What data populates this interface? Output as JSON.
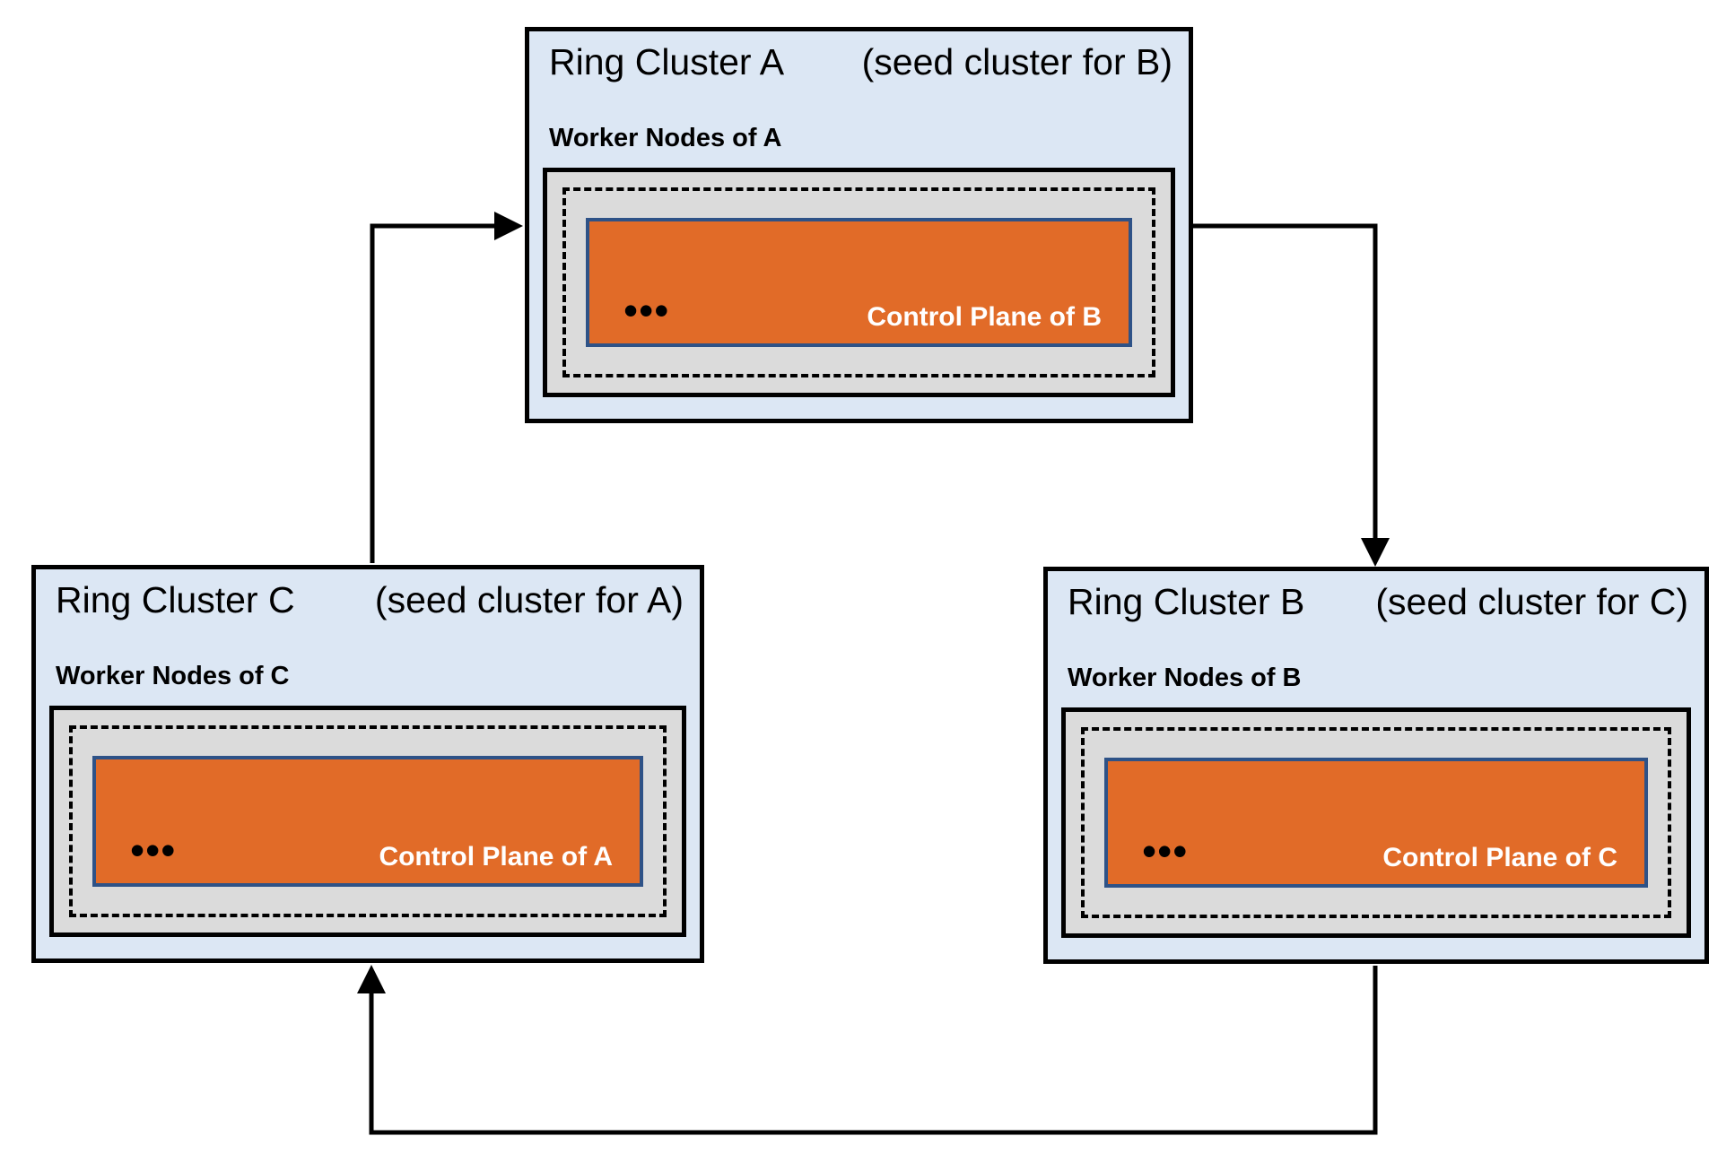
{
  "diagram": {
    "clusters": [
      {
        "name": "Ring Cluster A",
        "seed_note": "(seed cluster for B)",
        "worker_label": "Worker Nodes of A",
        "control_plane_label": "Control Plane of B",
        "dots": "•••"
      },
      {
        "name": "Ring Cluster C",
        "seed_note": "(seed cluster for A)",
        "worker_label": "Worker Nodes of C",
        "control_plane_label": "Control Plane of A",
        "dots": "•••"
      },
      {
        "name": "Ring Cluster B",
        "seed_note": "(seed cluster for C)",
        "worker_label": "Worker Nodes of B",
        "control_plane_label": "Control Plane of C",
        "dots": "•••"
      }
    ],
    "connections": [
      {
        "from": "Ring Cluster A",
        "to": "Ring Cluster B"
      },
      {
        "from": "Ring Cluster B",
        "to": "Ring Cluster C"
      },
      {
        "from": "Ring Cluster C",
        "to": "Ring Cluster A"
      }
    ],
    "colors": {
      "cluster_bg": "#dce7f4",
      "worker_box_bg": "#dbdbdb",
      "control_plane_bg": "#e16b28",
      "control_plane_border": "#2e5287",
      "line": "#000000"
    }
  }
}
